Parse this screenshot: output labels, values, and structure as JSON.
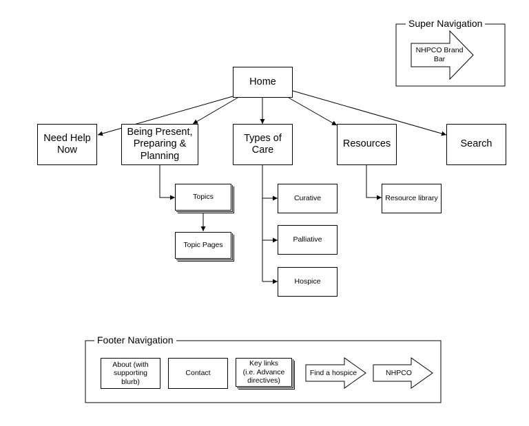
{
  "super_nav": {
    "legend": "Super Navigation",
    "brand_bar": "NHPCO Brand\nBar"
  },
  "sitemap": {
    "home": "Home",
    "need_help": "Need Help\nNow",
    "being_present": "Being Present,\nPreparing &\nPlanning",
    "types_of_care": "Types of\nCare",
    "resources": "Resources",
    "search": "Search",
    "topics": "Topics",
    "topic_pages": "Topic Pages",
    "curative": "Curative",
    "palliative": "Palliative",
    "hospice": "Hospice",
    "resource_library": "Resource library"
  },
  "footer_nav": {
    "legend": "Footer Navigation",
    "about": "About (with\nsupporting\nblurb)",
    "contact": "Contact",
    "key_links": "Key links\n(i.e. Advance\ndirectives)",
    "find_hospice": "Find a hospice",
    "nhpco": "NHPCO"
  }
}
